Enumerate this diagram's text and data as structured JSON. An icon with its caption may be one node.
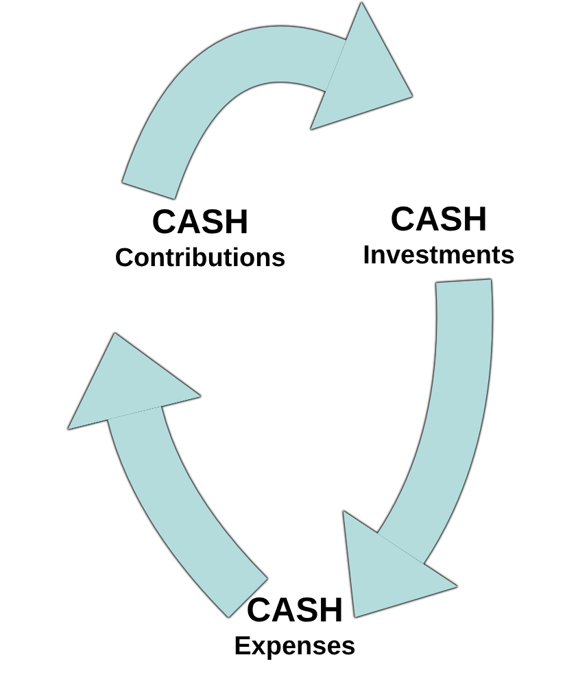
{
  "diagram": {
    "nodes": [
      {
        "text": [
          "CASH",
          "Contributions"
        ]
      },
      {
        "text": [
          "CASH",
          "Investments"
        ]
      },
      {
        "text": [
          "CASH",
          "Expenses"
        ]
      }
    ],
    "edges": [
      {
        "from": 0,
        "to": 1,
        "arrow": "to"
      },
      {
        "from": 1,
        "to": 2,
        "arrow": "to"
      },
      {
        "from": 2,
        "to": 0,
        "arrow": "to"
      }
    ]
  }
}
